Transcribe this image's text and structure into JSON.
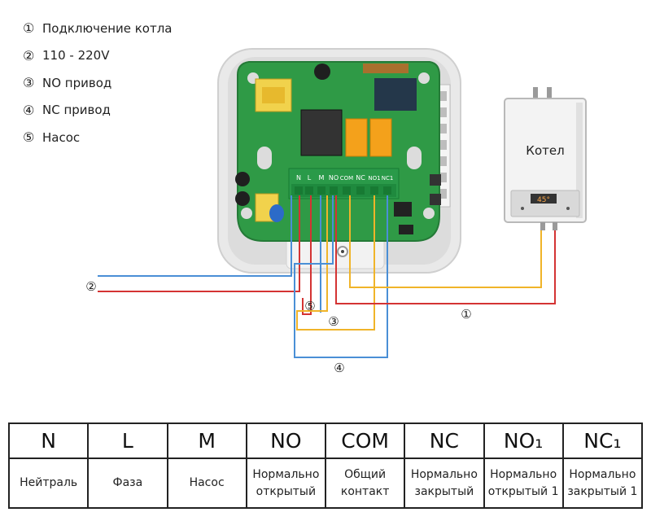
{
  "legend": [
    {
      "num": "①",
      "text": "Подключение котла"
    },
    {
      "num": "②",
      "text": "110 - 220V"
    },
    {
      "num": "③",
      "text": "NO привод"
    },
    {
      "num": "④",
      "text": "NC привод"
    },
    {
      "num": "⑤",
      "text": "Насос"
    }
  ],
  "board_terminals": [
    "N",
    "L",
    "M",
    "NO",
    "COM",
    "NC",
    "NO1",
    "NC1"
  ],
  "boiler": {
    "label": "Котел",
    "display": "45°"
  },
  "wire_labels": {
    "w1": "①",
    "w2": "②",
    "w3": "③",
    "w4": "④",
    "w5": "⑤"
  },
  "colors": {
    "blue": "#4a8fd6",
    "red": "#d43333",
    "yellow": "#f0b429",
    "board": "#2f9a46"
  },
  "table": {
    "headers": [
      "N",
      "L",
      "M",
      "NO",
      "COM",
      "NC",
      "NO₁",
      "NC₁"
    ],
    "descriptions": [
      [
        "Нейтраль"
      ],
      [
        "Фаза"
      ],
      [
        "Насос"
      ],
      [
        "Нормально",
        "открытый"
      ],
      [
        "Общий",
        "контакт"
      ],
      [
        "Нормально",
        "закрытый"
      ],
      [
        "Нормально",
        "открытый 1"
      ],
      [
        "Нормально",
        "закрытый 1"
      ]
    ]
  }
}
